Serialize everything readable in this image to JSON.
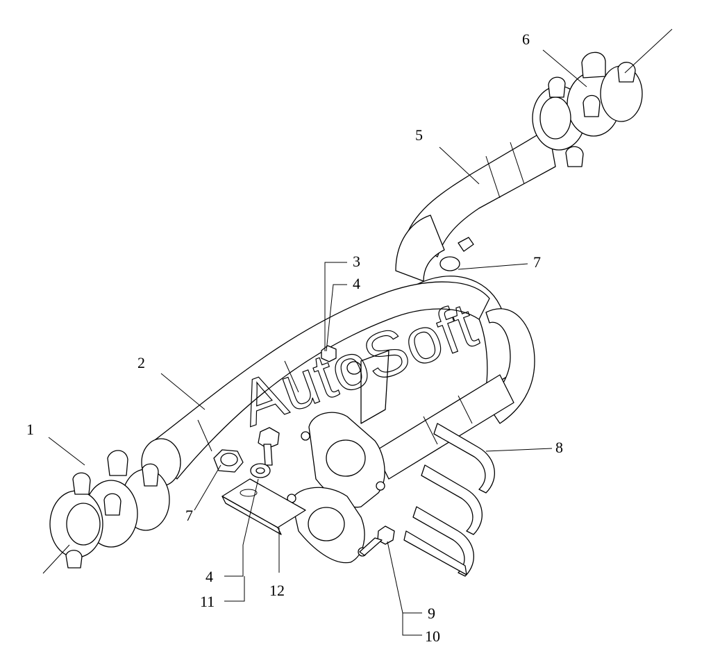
{
  "watermark": "AutoSoft",
  "callouts": {
    "c1": "1",
    "c2": "2",
    "c3": "3",
    "c4a": "4",
    "c5": "5",
    "c6": "6",
    "c7a": "7",
    "c7b": "7",
    "c8": "8",
    "c4b": "4",
    "c11": "11",
    "c12": "12",
    "c9": "9",
    "c10": "10"
  }
}
